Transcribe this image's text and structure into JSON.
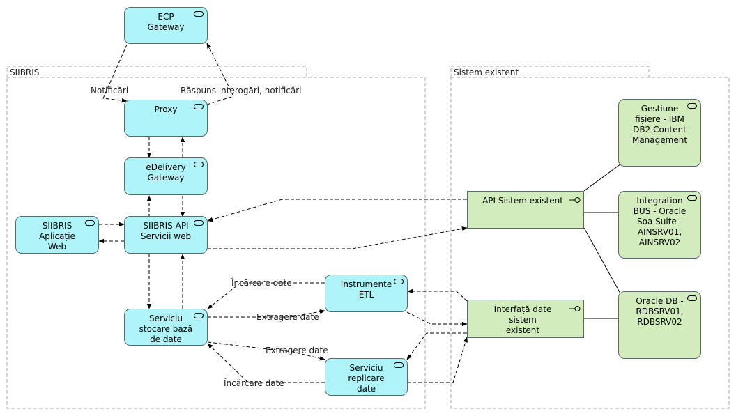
{
  "groups": {
    "siibris": "SIIBRIS",
    "existing": "Sistem existent"
  },
  "nodes": {
    "ecp_gateway": "ECP Gateway",
    "proxy": "Proxy",
    "edelivery": "eDelivery\nGateway",
    "siibris_app": "SIIBRIS\nAplicație Web",
    "siibris_api": "SIIBRIS API\nServicii web",
    "storage": "Serviciu\nstocare bază\nde date",
    "etl": "Instrumente\nETL",
    "replication": "Serviciu\nreplicare date",
    "api_existing": "API Sistem existent",
    "iface_existing": "Interfață date sistem\nexistent",
    "content_mgmt": "Gestiune\nfișiere - IBM\nDB2 Content\nManagement",
    "integration_bus": "Integration\nBUS - Oracle\nSoa Suite -\nAINSRV01,\nAINSRV02",
    "oracle_db": "Oracle DB -\nRDBSRV01,\nRDBSRV02"
  },
  "edge_labels": {
    "notificari": "Notificări",
    "raspuns": "Răspuns interogări, notificări",
    "incarcare_etl": "Încărcare date",
    "extragere_etl": "Extragere date",
    "extragere_repl": "Extragere date",
    "incarcare_repl": "Încărcare date"
  },
  "colors": {
    "service_fill": "#aef4f8",
    "existing_fill": "#d3ecbd",
    "border": "#5a6a6a",
    "group_border": "#a8a8a8"
  },
  "icons": {
    "service": "service-rounded-rect-icon",
    "interface": "interface-lollipop-icon"
  }
}
